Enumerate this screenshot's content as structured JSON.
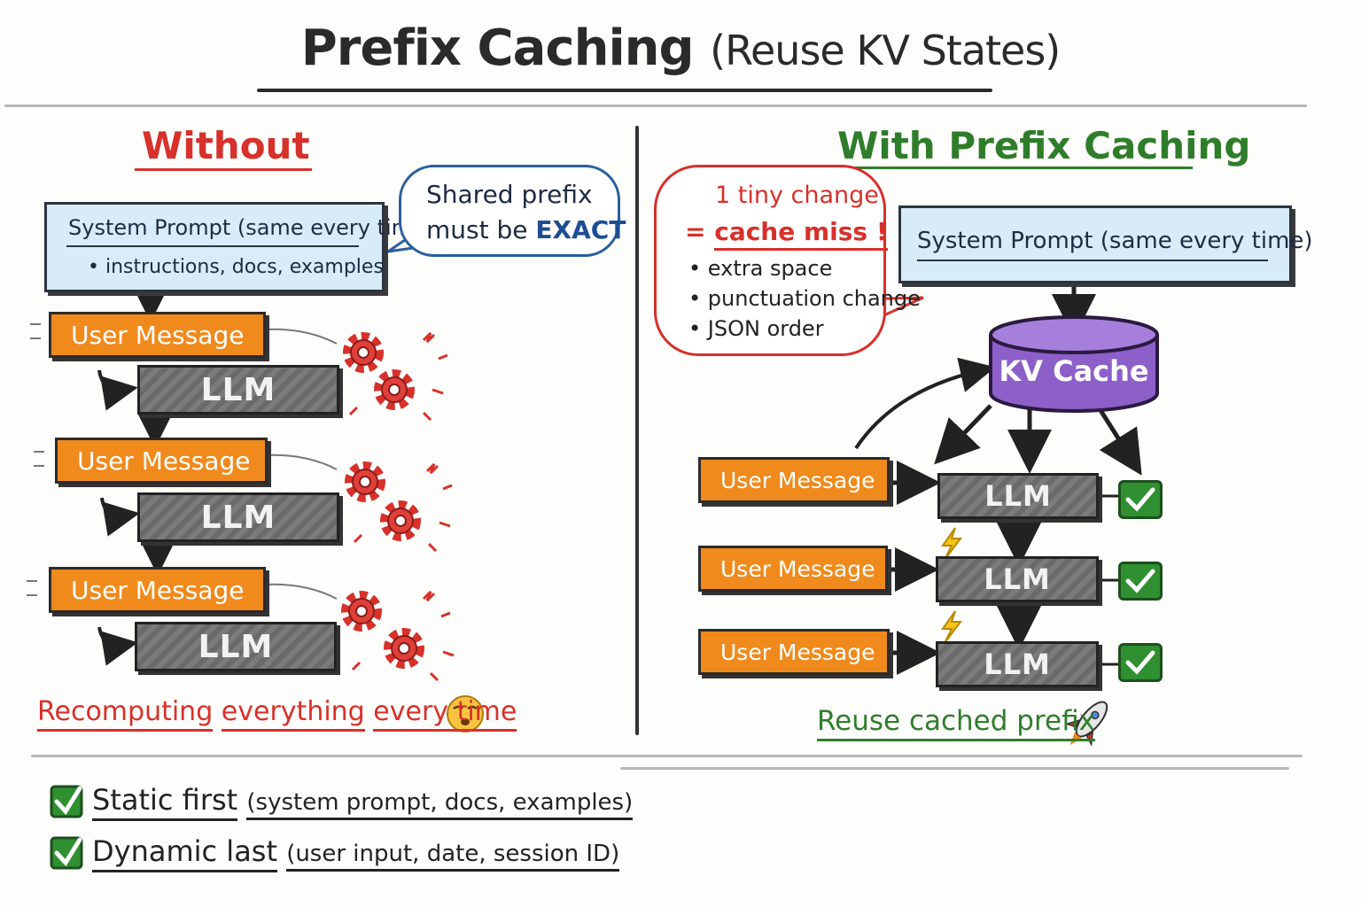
{
  "title": {
    "main": "Prefix Caching",
    "sub": "(Reuse KV States)"
  },
  "without": {
    "heading": "Without",
    "system_prompt": {
      "title": "System Prompt (same every time)",
      "bullet": "• instructions, docs, examples"
    },
    "bubble": {
      "line1": "Shared prefix",
      "line2_prefix": "must be ",
      "line2_emph": "EXACT"
    },
    "rows": [
      {
        "user": "User Message",
        "llm": "LLM"
      },
      {
        "user": "User Message",
        "llm": "LLM"
      },
      {
        "user": "User Message",
        "llm": "LLM"
      }
    ],
    "footer": {
      "w1": "Recomputing",
      "w2": "everything",
      "w3": "every time"
    }
  },
  "with": {
    "heading": "With Prefix Caching",
    "warning": {
      "line1": "1 tiny change",
      "line2_prefix": "= ",
      "line2_emph": "cache miss !",
      "bullets": [
        "• extra space",
        "• punctuation change",
        "• JSON order"
      ]
    },
    "system_prompt": {
      "title": "System Prompt (same every time)"
    },
    "cache": {
      "label": "KV Cache"
    },
    "rows": [
      {
        "user": "User Message",
        "llm": "LLM"
      },
      {
        "user": "User Message",
        "llm": "LLM"
      },
      {
        "user": "User Message",
        "llm": "LLM"
      }
    ],
    "footer": "Reuse cached prefix"
  },
  "tips": [
    {
      "bold": "Static first",
      "detail": "(system prompt, docs, examples)"
    },
    {
      "bold": "Dynamic last",
      "detail": "(user input, date, session ID)"
    }
  ],
  "colors": {
    "red": "#d8302a",
    "green": "#2f7d2b",
    "orange": "#f08a1c",
    "blue_box": "#d7ebf8",
    "purple": "#8d5fc9",
    "gray_llm": "#6f6f6f"
  }
}
